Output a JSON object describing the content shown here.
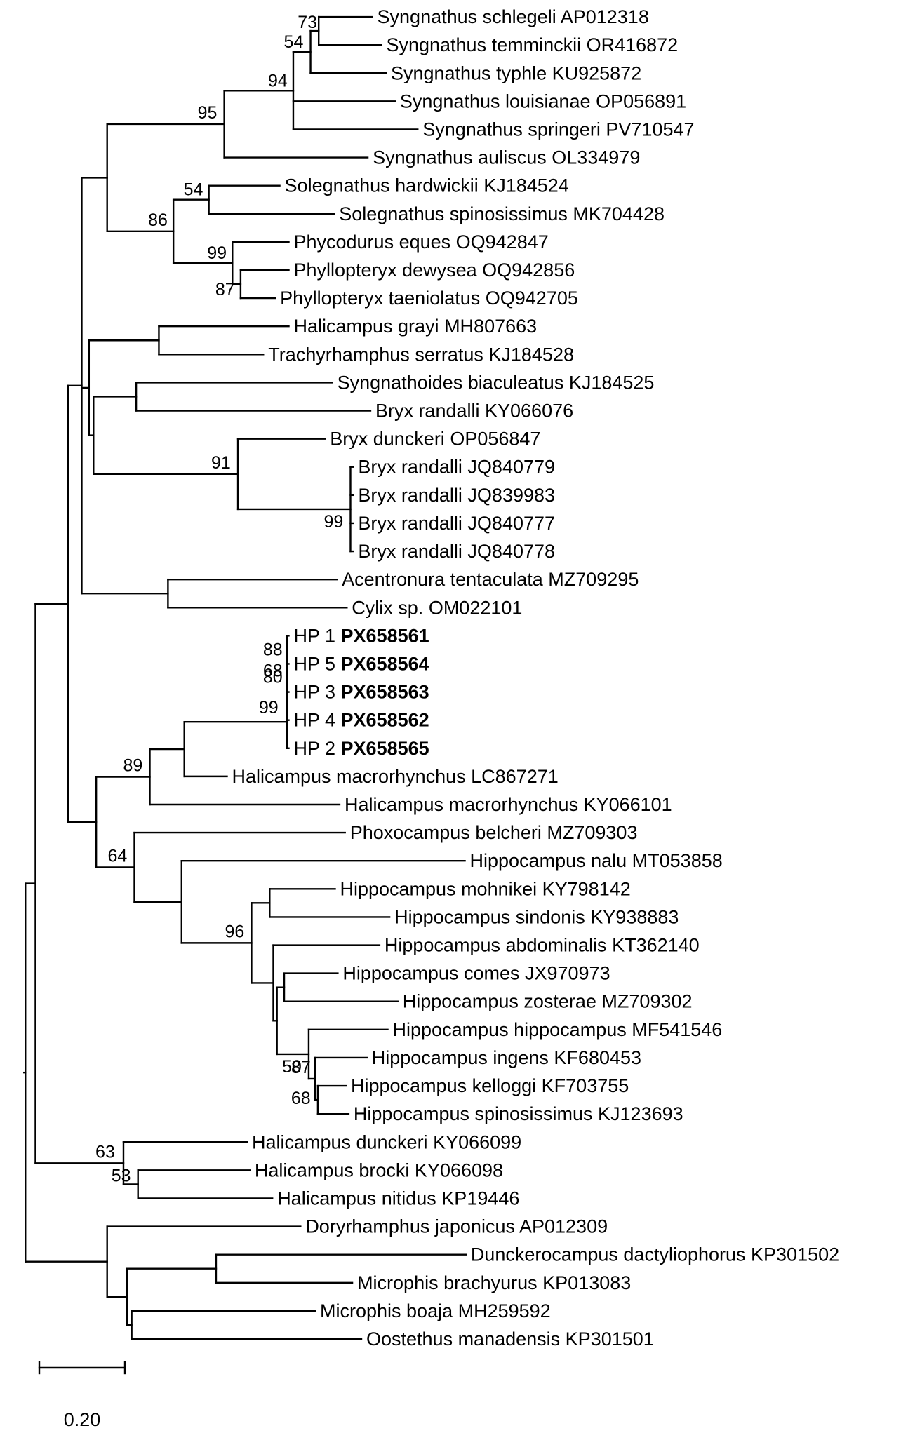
{
  "tree": {
    "leaves": [
      {
        "id": "l1",
        "taxon": "Syngnathus schlegeli",
        "accession": "AP012318"
      },
      {
        "id": "l2",
        "taxon": "Syngnathus temminckii",
        "accession": "OR416872"
      },
      {
        "id": "l3",
        "taxon": "Syngnathus typhle",
        "accession": "KU925872"
      },
      {
        "id": "l4",
        "taxon": "Syngnathus louisianae",
        "accession": "OP056891"
      },
      {
        "id": "l5",
        "taxon": "Syngnathus springeri",
        "accession": "PV710547"
      },
      {
        "id": "l6",
        "taxon": "Syngnathus auliscus",
        "accession": "OL334979"
      },
      {
        "id": "l7",
        "taxon": "Solegnathus hardwickii",
        "accession": "KJ184524"
      },
      {
        "id": "l8",
        "taxon": "Solegnathus spinosissimus",
        "accession": "MK704428"
      },
      {
        "id": "l9",
        "taxon": "Phycodurus eques",
        "accession": "OQ942847"
      },
      {
        "id": "l10",
        "taxon": "Phyllopteryx dewysea",
        "accession": "OQ942856"
      },
      {
        "id": "l11",
        "taxon": "Phyllopteryx taeniolatus",
        "accession": "OQ942705"
      },
      {
        "id": "l12",
        "taxon": "Halicampus grayi",
        "accession": "MH807663"
      },
      {
        "id": "l13",
        "taxon": "Trachyrhamphus serratus",
        "accession": "KJ184528"
      },
      {
        "id": "l14",
        "taxon": "Syngnathoides biaculeatus",
        "accession": "KJ184525"
      },
      {
        "id": "l15",
        "taxon": "Bryx randalli",
        "accession": "KY066076"
      },
      {
        "id": "l16",
        "taxon": "Bryx dunckeri",
        "accession": "OP056847"
      },
      {
        "id": "l17",
        "taxon": "Bryx randalli",
        "accession": "JQ840779"
      },
      {
        "id": "l18",
        "taxon": "Bryx randalli",
        "accession": "JQ839983"
      },
      {
        "id": "l19",
        "taxon": "Bryx randalli",
        "accession": "JQ840777"
      },
      {
        "id": "l20",
        "taxon": "Bryx randalli",
        "accession": "JQ840778"
      },
      {
        "id": "l21",
        "taxon": "Acentronura tentaculata",
        "accession": "MZ709295"
      },
      {
        "id": "l22",
        "taxon": "Cylix sp.",
        "accession": "OM022101"
      },
      {
        "id": "l23",
        "taxon": "HP 1",
        "accession": "PX658561",
        "bold_accession": true
      },
      {
        "id": "l24",
        "taxon": "HP 5",
        "accession": "PX658564",
        "bold_accession": true
      },
      {
        "id": "l25",
        "taxon": "HP 3",
        "accession": "PX658563",
        "bold_accession": true
      },
      {
        "id": "l26",
        "taxon": "HP 4",
        "accession": "PX658562",
        "bold_accession": true
      },
      {
        "id": "l27",
        "taxon": "HP 2",
        "accession": "PX658565",
        "bold_accession": true
      },
      {
        "id": "l28",
        "taxon": "Halicampus macrorhynchus",
        "accession": "LC867271"
      },
      {
        "id": "l29",
        "taxon": "Halicampus macrorhynchus",
        "accession": "KY066101"
      },
      {
        "id": "l30",
        "taxon": "Phoxocampus belcheri",
        "accession": "MZ709303"
      },
      {
        "id": "l31",
        "taxon": "Hippocampus nalu",
        "accession": "MT053858"
      },
      {
        "id": "l32",
        "taxon": "Hippocampus mohnikei",
        "accession": "KY798142"
      },
      {
        "id": "l33",
        "taxon": "Hippocampus sindonis",
        "accession": "KY938883"
      },
      {
        "id": "l34",
        "taxon": "Hippocampus abdominalis",
        "accession": "KT362140"
      },
      {
        "id": "l35",
        "taxon": "Hippocampus comes",
        "accession": "JX970973"
      },
      {
        "id": "l36",
        "taxon": "Hippocampus zosterae",
        "accession": "MZ709302"
      },
      {
        "id": "l37",
        "taxon": "Hippocampus hippocampus",
        "accession": "MF541546"
      },
      {
        "id": "l38",
        "taxon": "Hippocampus ingens",
        "accession": "KF680453"
      },
      {
        "id": "l39",
        "taxon": "Hippocampus kelloggi",
        "accession": "KF703755"
      },
      {
        "id": "l40",
        "taxon": "Hippocampus spinosissimus",
        "accession": "KJ123693"
      },
      {
        "id": "l41",
        "taxon": "Halicampus dunckeri",
        "accession": "KY066099"
      },
      {
        "id": "l42",
        "taxon": "Halicampus brocki",
        "accession": "KY066098"
      },
      {
        "id": "l43",
        "taxon": "Halicampus nitidus",
        "accession": "KP19446"
      },
      {
        "id": "l44",
        "taxon": "Doryrhamphus japonicus",
        "accession": "AP012309"
      },
      {
        "id": "l45",
        "taxon": "Dunckerocampus dactyliophorus",
        "accession": "KP301502"
      },
      {
        "id": "l46",
        "taxon": "Microphis brachyurus",
        "accession": "KP013083"
      },
      {
        "id": "l47",
        "taxon": "Microphis boaja",
        "accession": "MH259592"
      },
      {
        "id": "l48",
        "taxon": "Oostethus manadensis",
        "accession": "KP301501"
      }
    ],
    "support_values": [
      {
        "node": "n_schl_temm",
        "value": "73"
      },
      {
        "node": "n_schl_typh",
        "value": "54"
      },
      {
        "node": "n_syng_core",
        "value": "94"
      },
      {
        "node": "n_syngnathus",
        "value": "95"
      },
      {
        "node": "n_solegnathus",
        "value": "54"
      },
      {
        "node": "n_sole_phyc",
        "value": "86"
      },
      {
        "node": "n_phyco",
        "value": "99"
      },
      {
        "node": "n_phyllo",
        "value": "87"
      },
      {
        "node": "n_bryx_grp",
        "value": "91"
      },
      {
        "node": "n_bryx_jq",
        "value": "99"
      },
      {
        "node": "n_hp1",
        "value": "88"
      },
      {
        "node": "n_hp5",
        "value": "68"
      },
      {
        "node": "n_hp3",
        "value": "80"
      },
      {
        "node": "n_hp_all",
        "value": "99"
      },
      {
        "node": "n_halmac",
        "value": "89"
      },
      {
        "node": "n_hippo_grp",
        "value": "64"
      },
      {
        "node": "n_hippo_core",
        "value": "96"
      },
      {
        "node": "n_hippo_hh",
        "value": "50"
      },
      {
        "node": "n_hippo_ik",
        "value": "87"
      },
      {
        "node": "n_hippo_ks",
        "value": "68"
      },
      {
        "node": "n_hal_dunckeri",
        "value": "63"
      },
      {
        "node": "n_hal_brocki",
        "value": "53"
      }
    ],
    "scale_bar": {
      "label": "0.20"
    }
  }
}
